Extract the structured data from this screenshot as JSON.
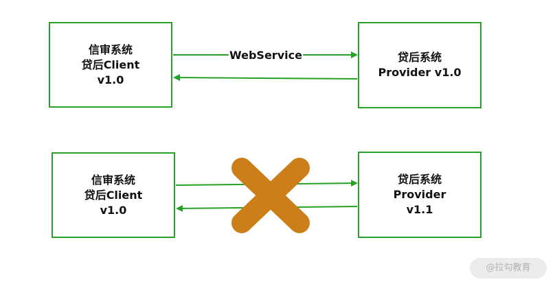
{
  "diagram": {
    "top_left_box": {
      "line1": "信审系统",
      "line2": "贷后Client",
      "line3": "v1.0"
    },
    "top_right_box": {
      "line1": "贷后系统",
      "line2": "Provider v1.0"
    },
    "top_arrow_label": "WebService",
    "bottom_left_box": {
      "line1": "信审系统",
      "line2": "贷后Client",
      "line3": "v1.0"
    },
    "bottom_right_box": {
      "line1": "贷后系统",
      "line2": "Provider",
      "line3": "v1.1"
    }
  },
  "colors": {
    "box_border": "#27a126",
    "arrow": "#27a126",
    "cross": "#cc7f18"
  },
  "watermark": "@拉勾教育"
}
